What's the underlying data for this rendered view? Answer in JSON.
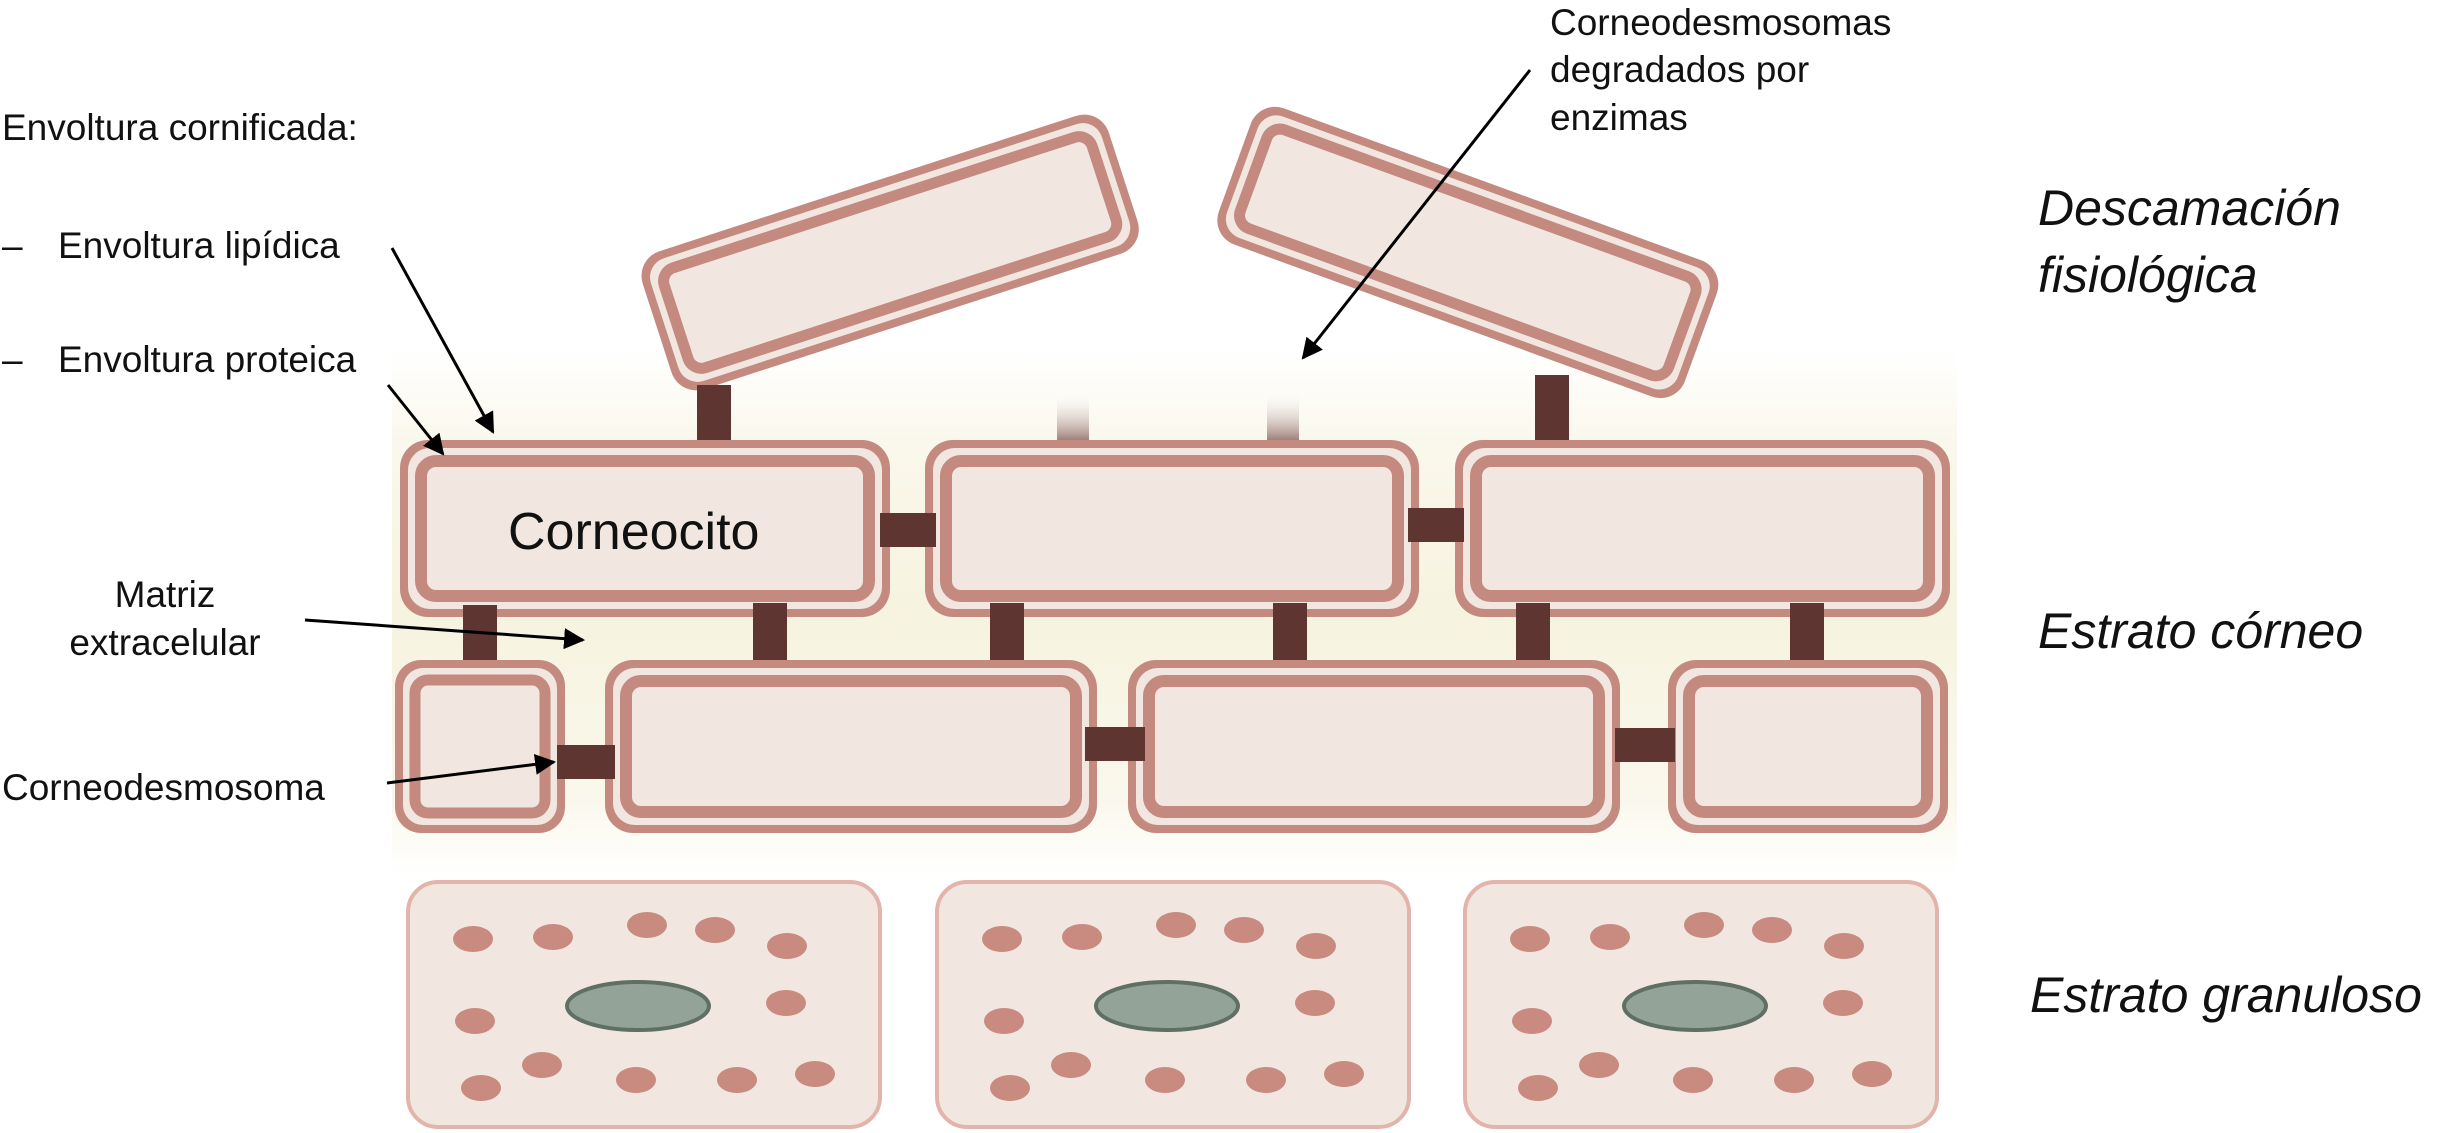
{
  "labels": {
    "cornified_envelope_title": "Envoltura cornificada:",
    "dash_1": "–",
    "lipid_envelope": "Envoltura lipídica",
    "dash_2": "–",
    "protein_envelope": "Envoltura proteica",
    "corneocyte": "Corneocito",
    "matrix_line1": "Matriz",
    "matrix_line2": "extracelular",
    "corneodesmosome": "Corneodesmosoma",
    "degraded_line1": "Corneodesmosomas",
    "degraded_line2": "degradados por",
    "degraded_line3": "enzimas"
  },
  "layers": {
    "desquamation_line1": "Descamación",
    "desquamation_line2": "fisiológica",
    "stratum_corneum": "Estrato córneo",
    "stratum_granulosum": "Estrato granuloso"
  },
  "colors": {
    "envelope_outer": "#c48a80",
    "envelope_inner": "#f1e7e0",
    "cell_fill": "#f1e7e0",
    "desmosome": "#5e3530",
    "granule": "#c98a80",
    "nucleus_fill": "#93a397",
    "nucleus_stroke": "#5f6f63",
    "matrix_band": "#f7f4e2",
    "granular_cell_border": "#e2b4ab"
  }
}
